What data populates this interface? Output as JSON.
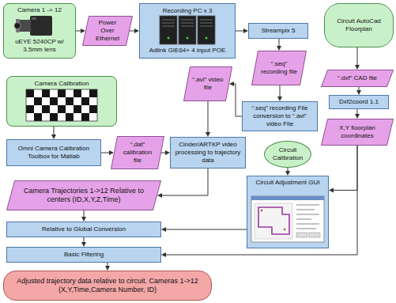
{
  "diagram": {
    "nodes": [
      {
        "text": [
          "Camera 1 -> 12",
          "uEYE 5240CP w/ 3.5mm lens"
        ]
      },
      {
        "text": [
          "Power Over Ethernet"
        ]
      },
      {
        "text": [
          "Recording PC x 3",
          "Adlink GIE64+ 4 input POE"
        ]
      },
      {
        "text": [
          "Streampix 5"
        ]
      },
      {
        "text": [
          "Circuit AutoCad Floorplan"
        ]
      },
      {
        "text": [
          "“.seq” recording file"
        ]
      },
      {
        "text": [
          "“.dxf” CAD file"
        ]
      },
      {
        "text": [
          "Camera Calibration"
        ]
      },
      {
        "text": [
          "“.avi” video file"
        ]
      },
      {
        "text": [
          "“.seq” recording File conversion to “.avi” video File"
        ]
      },
      {
        "text": [
          "Dxf2coord 1.1"
        ]
      },
      {
        "text": [
          "Omni Camera Calibration Toolbox for Matlab"
        ]
      },
      {
        "text": [
          "“.dat” calibration file"
        ]
      },
      {
        "text": [
          "Cinder/ARTKP video processing to trajectory data"
        ]
      },
      {
        "text": [
          "X,Y floorplan coordinates"
        ]
      },
      {
        "text": [
          "Circuit Calibration"
        ]
      },
      {
        "text": [
          "Circuit Adjustment GUI"
        ]
      },
      {
        "text": [
          "Camera Trajectories 1->12 Relative to centers (ID,X,Y,Z,Time)"
        ]
      },
      {
        "text": [
          "Relative to Global Conversion"
        ]
      },
      {
        "text": [
          "Basic Filtering"
        ]
      },
      {
        "text": [
          "Adjusted trajectory data relative to circuit. Cameras 1->12 (X,Y,Time,Camera Number, ID)"
        ]
      }
    ],
    "edges": [
      {
        "from": 0,
        "to": 1,
        "arrow": "to"
      },
      {
        "from": 1,
        "to": 2,
        "arrow": "to"
      },
      {
        "from": 2,
        "to": 3,
        "arrow": "to"
      },
      {
        "from": 3,
        "to": 5,
        "arrow": "to"
      },
      {
        "from": 5,
        "to": 9,
        "arrow": "to"
      },
      {
        "from": 9,
        "to": 8,
        "arrow": "to"
      },
      {
        "from": 8,
        "to": 13,
        "arrow": "to"
      },
      {
        "from": 4,
        "to": 6,
        "arrow": "to"
      },
      {
        "from": 6,
        "to": 10,
        "arrow": "to"
      },
      {
        "from": 10,
        "to": 14,
        "arrow": "to"
      },
      {
        "from": 7,
        "to": 11,
        "arrow": "to"
      },
      {
        "from": 11,
        "to": 12,
        "arrow": "to"
      },
      {
        "from": 12,
        "to": 13,
        "arrow": "to"
      },
      {
        "from": 13,
        "to": 17,
        "arrow": "to"
      },
      {
        "from": 15,
        "to": 16,
        "arrow": "to"
      },
      {
        "from": 14,
        "to": 16,
        "arrow": "to"
      },
      {
        "from": 16,
        "to": 18,
        "arrow": "to"
      },
      {
        "from": 14,
        "to": 19,
        "arrow": "to"
      },
      {
        "from": 17,
        "to": 18,
        "arrow": "to"
      },
      {
        "from": 18,
        "to": 19,
        "arrow": "to"
      },
      {
        "from": 19,
        "to": 20,
        "arrow": "to"
      }
    ]
  }
}
